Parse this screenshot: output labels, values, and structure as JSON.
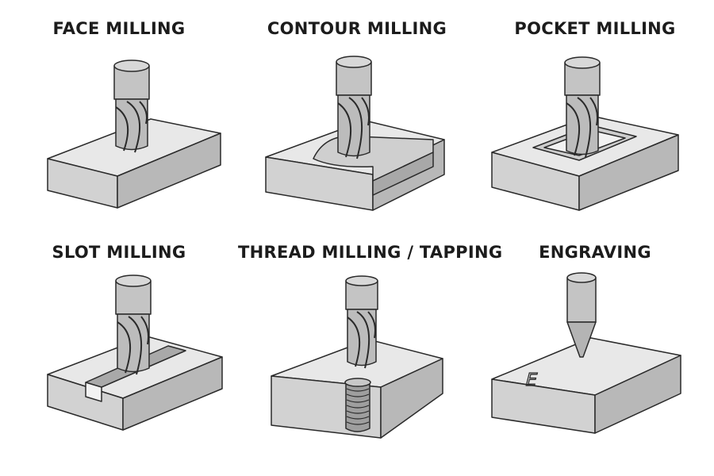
{
  "background": "#ffffff",
  "colors": {
    "block_top": "#e8e8e8",
    "block_front": "#d2d2d2",
    "block_side": "#b8b8b8",
    "tool": "#c4c4c4",
    "outline": "#2a2a2a"
  },
  "operations": [
    {
      "id": "face-milling",
      "title": "FACE MILLING",
      "tool": "end-mill-icon",
      "feature": "flat-top"
    },
    {
      "id": "contour-milling",
      "title": "CONTOUR MILLING",
      "tool": "end-mill-icon",
      "feature": "curved-step"
    },
    {
      "id": "pocket-milling",
      "title": "POCKET MILLING",
      "tool": "end-mill-icon",
      "feature": "square-pocket"
    },
    {
      "id": "slot-milling",
      "title": "SLOT MILLING",
      "tool": "end-mill-icon",
      "feature": "through-slot"
    },
    {
      "id": "thread-milling-tapping",
      "title": "THREAD MILLING / TAPPING",
      "tool": "end-mill-icon",
      "feature": "threaded-hole"
    },
    {
      "id": "engraving",
      "title": "ENGRAVING",
      "tool": "v-bit-icon",
      "feature": "engraved-letter",
      "engraved_text": "E"
    }
  ]
}
